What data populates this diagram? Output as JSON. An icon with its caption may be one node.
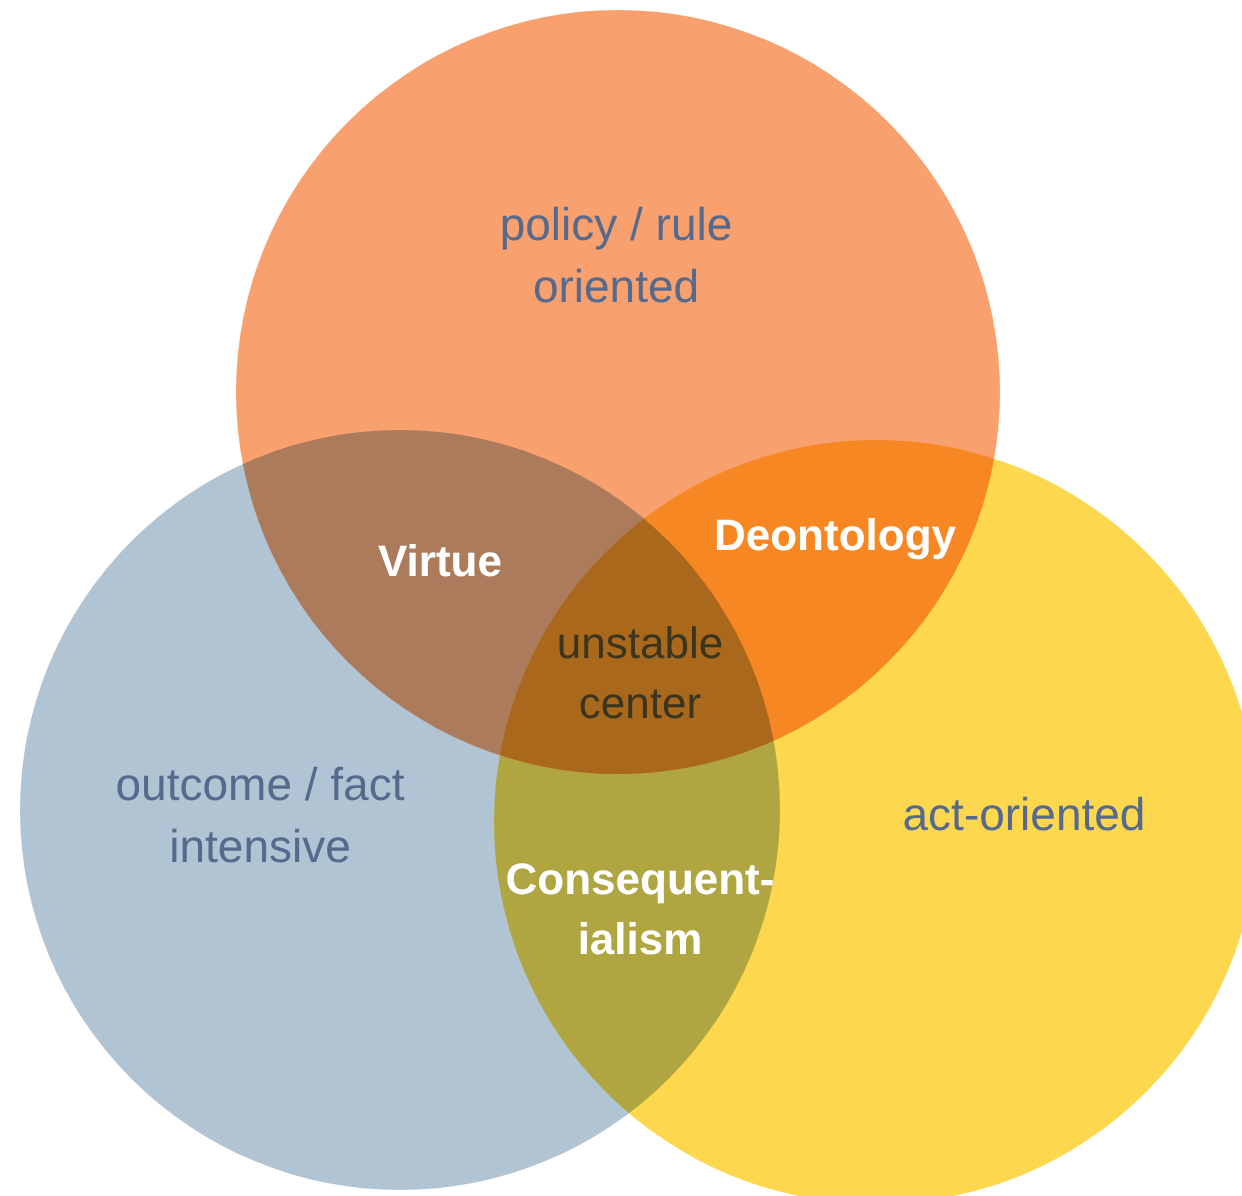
{
  "diagram": {
    "nodes": [
      {
        "text": [
          "policy / rule oriented"
        ]
      },
      {
        "text": [
          "outcome / fact intensive"
        ]
      },
      {
        "text": [
          "act-oriented"
        ]
      }
    ],
    "labels": [
      "Virtue",
      "Deontology",
      "unstable center",
      "Consequent- ialism"
    ]
  }
}
